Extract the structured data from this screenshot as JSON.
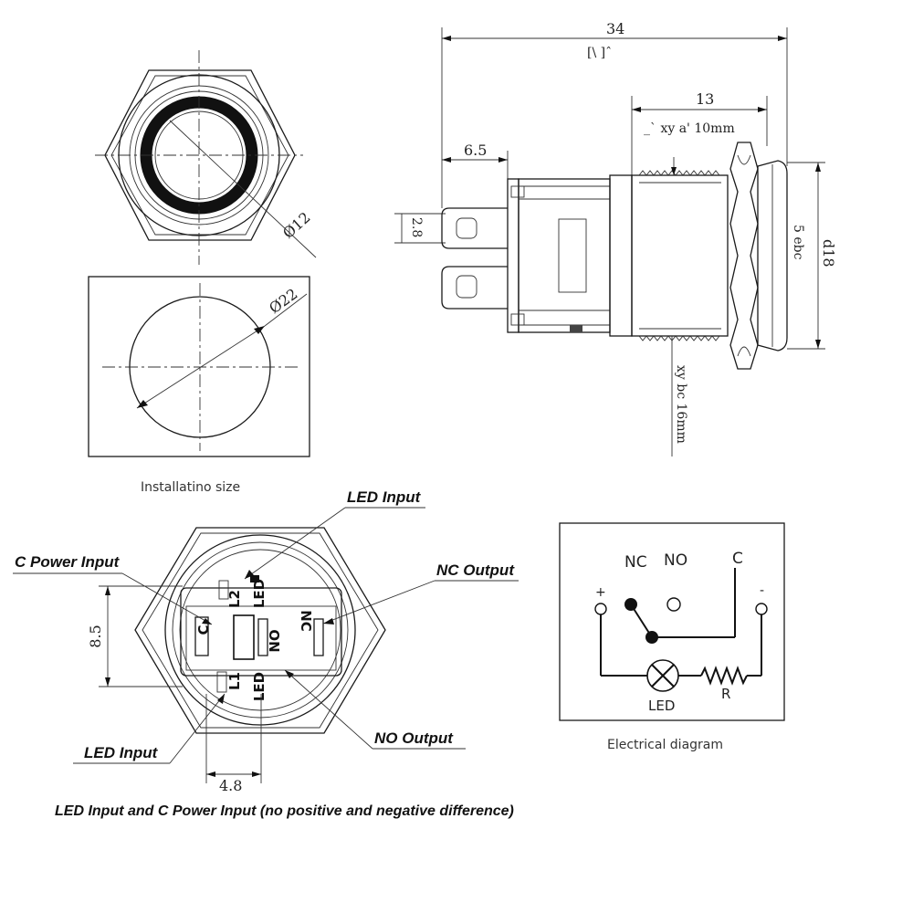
{
  "top_left": {
    "dim_dia12": "Ø12",
    "dim_dia22": "Ø22",
    "caption": "Installatino size"
  },
  "side_view": {
    "dim_34": "34",
    "dim_34_sub": "[\\ ]ˆ",
    "dim_13": "13",
    "dim_13_sub": "_ˋ  xy  a'  10mm",
    "dim_6_5": "6.5",
    "dim_2_8": "2.8",
    "dim_5ebc": "5 ebc",
    "dim_d18": "d18",
    "dim_vertical": "xy  bc  16mm"
  },
  "front_view": {
    "dim_8_5": "8.5",
    "dim_4_8": "4.8",
    "pin_c": "C",
    "pin_nc": "NC",
    "pin_no": "NO",
    "pin_led_top": "LED",
    "pin_led_bottom": "LED",
    "pin_l2": "L2",
    "pin_l1": "L1",
    "callouts": {
      "led_input_top": "LED Input",
      "c_power_input": "C Power Input",
      "nc_output": "NC Output",
      "led_input_bottom": "LED Input",
      "no_output": "NO Output"
    },
    "footnote": "LED Input and C Power Input (no positive and negative difference)"
  },
  "electrical": {
    "nc": "NC",
    "no": "NO",
    "c": "C",
    "plus": "+",
    "minus": "-",
    "led": "LED",
    "r": "R",
    "caption": "Electrical diagram"
  }
}
